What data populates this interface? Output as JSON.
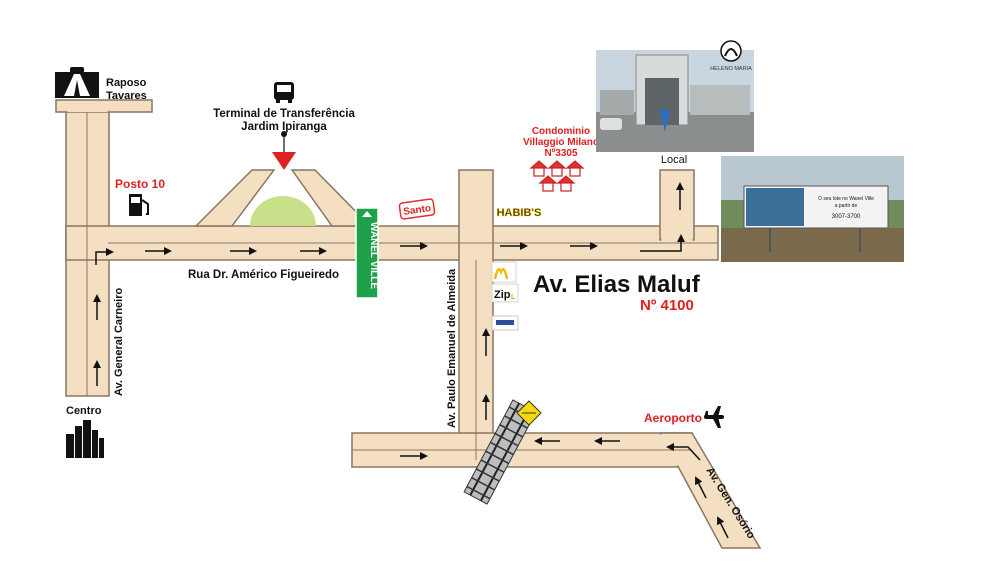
{
  "places": {
    "raposo_line1": "Raposo",
    "raposo_line2": "Tavares",
    "terminal_line1": "Terminal de Transferência",
    "terminal_line2": "Jardim Ipiranga",
    "posto": "Posto 10",
    "condominio_line1": "Condominio",
    "condominio_line2": "Villaggio Milano",
    "condominio_line3": "Nº3305",
    "local": "Local",
    "centro": "Centro",
    "aeroporto": "Aeroporto"
  },
  "streets": {
    "rua_americo": "Rua Dr. Américo Figueiredo",
    "general_carneiro": "Av. General Carneiro",
    "paulo_emanuel": "Av. Paulo Emanuel de Almeida",
    "gen_osorio": "Av. Gen. Osório",
    "wanel_ville": "WANEL VILLE"
  },
  "destination": {
    "avenue": "Av. Elias Maluf",
    "number": "Nº 4100"
  },
  "brands": {
    "santo": "Santo",
    "habibs": "HABIB'S",
    "zip": "Zip",
    "zip_suffix": "L",
    "logo_line1": "HELENO MARIA",
    "billboard_line1": "O seu lote no Wanel Ville",
    "billboard_line2": "a partir de",
    "billboard_phone": "3007-3700"
  },
  "colors": {
    "road": "#f5dfc3",
    "road_edge": "#8a7560",
    "red_label": "#e02020",
    "green_sign": "#1fa14a",
    "park": "#c8e08a"
  },
  "icons": [
    "highway-icon",
    "bus-icon",
    "fuel-pump-icon",
    "house-icon",
    "city-skyline-icon",
    "airplane-icon",
    "railway-icon",
    "mcdonalds-icon"
  ]
}
